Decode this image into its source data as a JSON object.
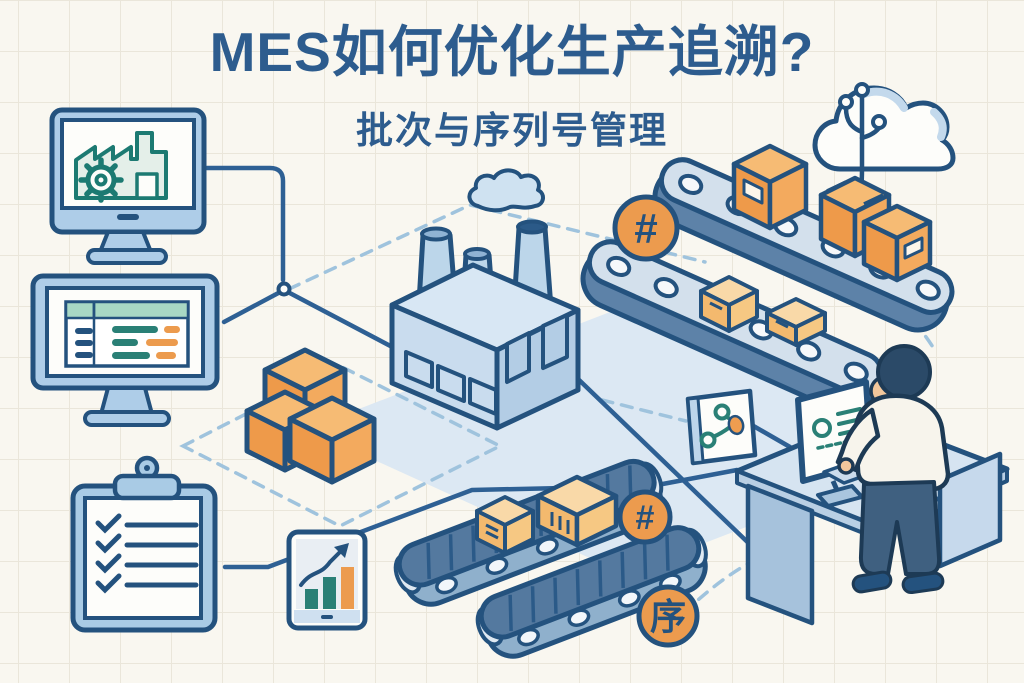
{
  "header": {
    "title": "MES如何优化生产追溯?",
    "subtitle": "批次与序列号管理"
  },
  "badges": {
    "batch_symbol": "#",
    "serial_symbol": "序"
  },
  "icons": {
    "monitor_top": "factory-gear-icon",
    "monitor_bottom": "batch-table-icon",
    "clipboard": "checklist-icon",
    "tablet": "trend-chart-icon",
    "cloud": "cloud-network-icon",
    "card": "trace-branch-icon"
  },
  "colors": {
    "background": "#f9f7f0",
    "grid": "#eae6da",
    "outline_navy": "#24527e",
    "title_blue": "#2d5c8e",
    "light_blue": "#aecde8",
    "pale_blue": "#d8e7f4",
    "platform_blue": "#dce8f3",
    "belt_blue": "#54799f",
    "teal": "#1c7a72",
    "table_green": "#a8d8c4",
    "accent_orange": "#ec9b4e",
    "box_orange_light": "#f6bb74",
    "dashed_line": "#9fc3dd"
  }
}
